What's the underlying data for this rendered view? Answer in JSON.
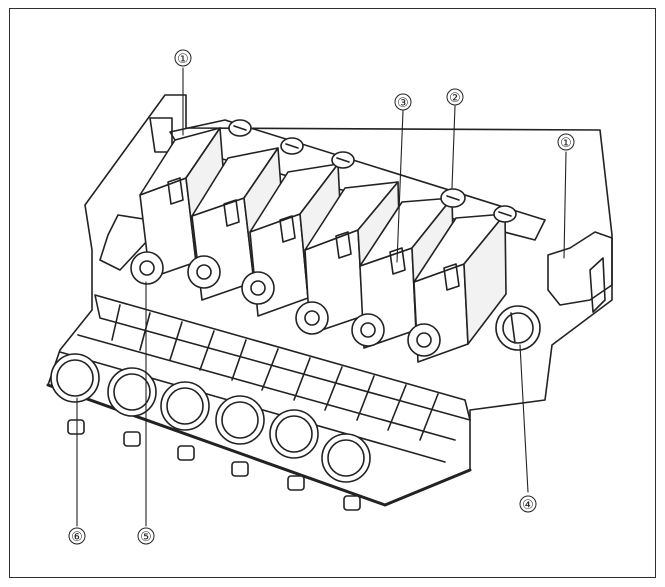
{
  "callouts": [
    {
      "id": "c1a",
      "label": "①"
    },
    {
      "id": "c2",
      "label": "②"
    },
    {
      "id": "c3",
      "label": "③"
    },
    {
      "id": "c1b",
      "label": "①"
    },
    {
      "id": "c4",
      "label": "④"
    },
    {
      "id": "c5",
      "label": "⑤"
    },
    {
      "id": "c6",
      "label": "⑥"
    }
  ],
  "colors": {
    "line": "#222222",
    "frame": "#2f2f2f",
    "shade": "#d9d9d9"
  }
}
